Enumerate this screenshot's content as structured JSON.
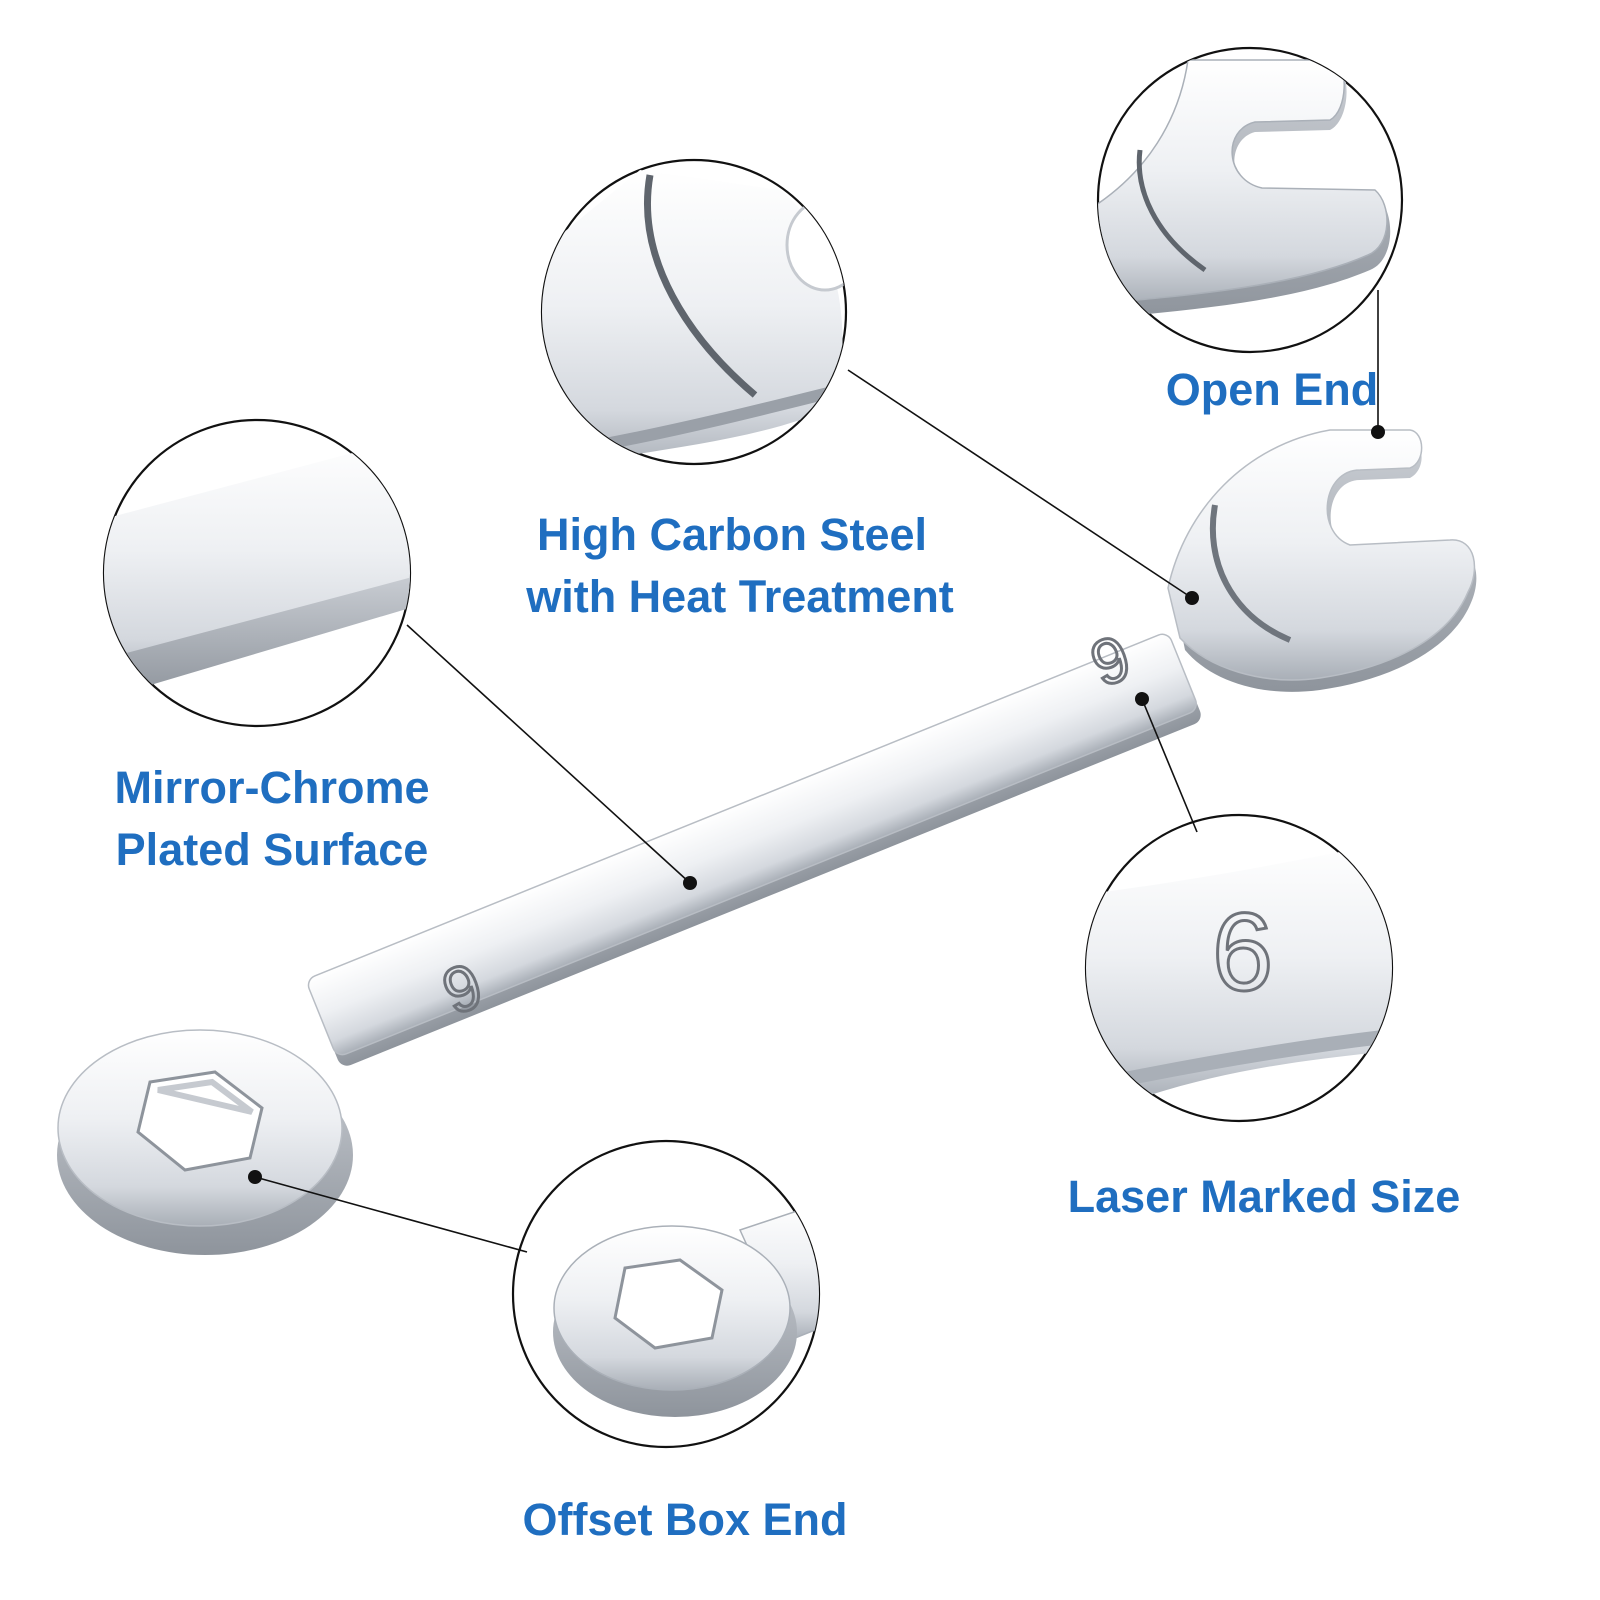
{
  "colors": {
    "label": "#1f6ec0",
    "chrome_light": "#f4f5f7",
    "chrome_mid": "#d7dadf",
    "chrome_dark": "#9aa0a8"
  },
  "wrench": {
    "size_marking": "6"
  },
  "callouts": [
    {
      "id": "open-end",
      "lines": [
        "Open End"
      ]
    },
    {
      "id": "high-carbon-steel",
      "lines": [
        "High Carbon Steel",
        "with Heat Treatment"
      ]
    },
    {
      "id": "mirror-chrome",
      "lines": [
        "Mirror-Chrome",
        "Plated Surface"
      ]
    },
    {
      "id": "laser-marked",
      "lines": [
        "Laser Marked Size"
      ]
    },
    {
      "id": "offset-box-end",
      "lines": [
        "Offset Box End"
      ]
    }
  ]
}
